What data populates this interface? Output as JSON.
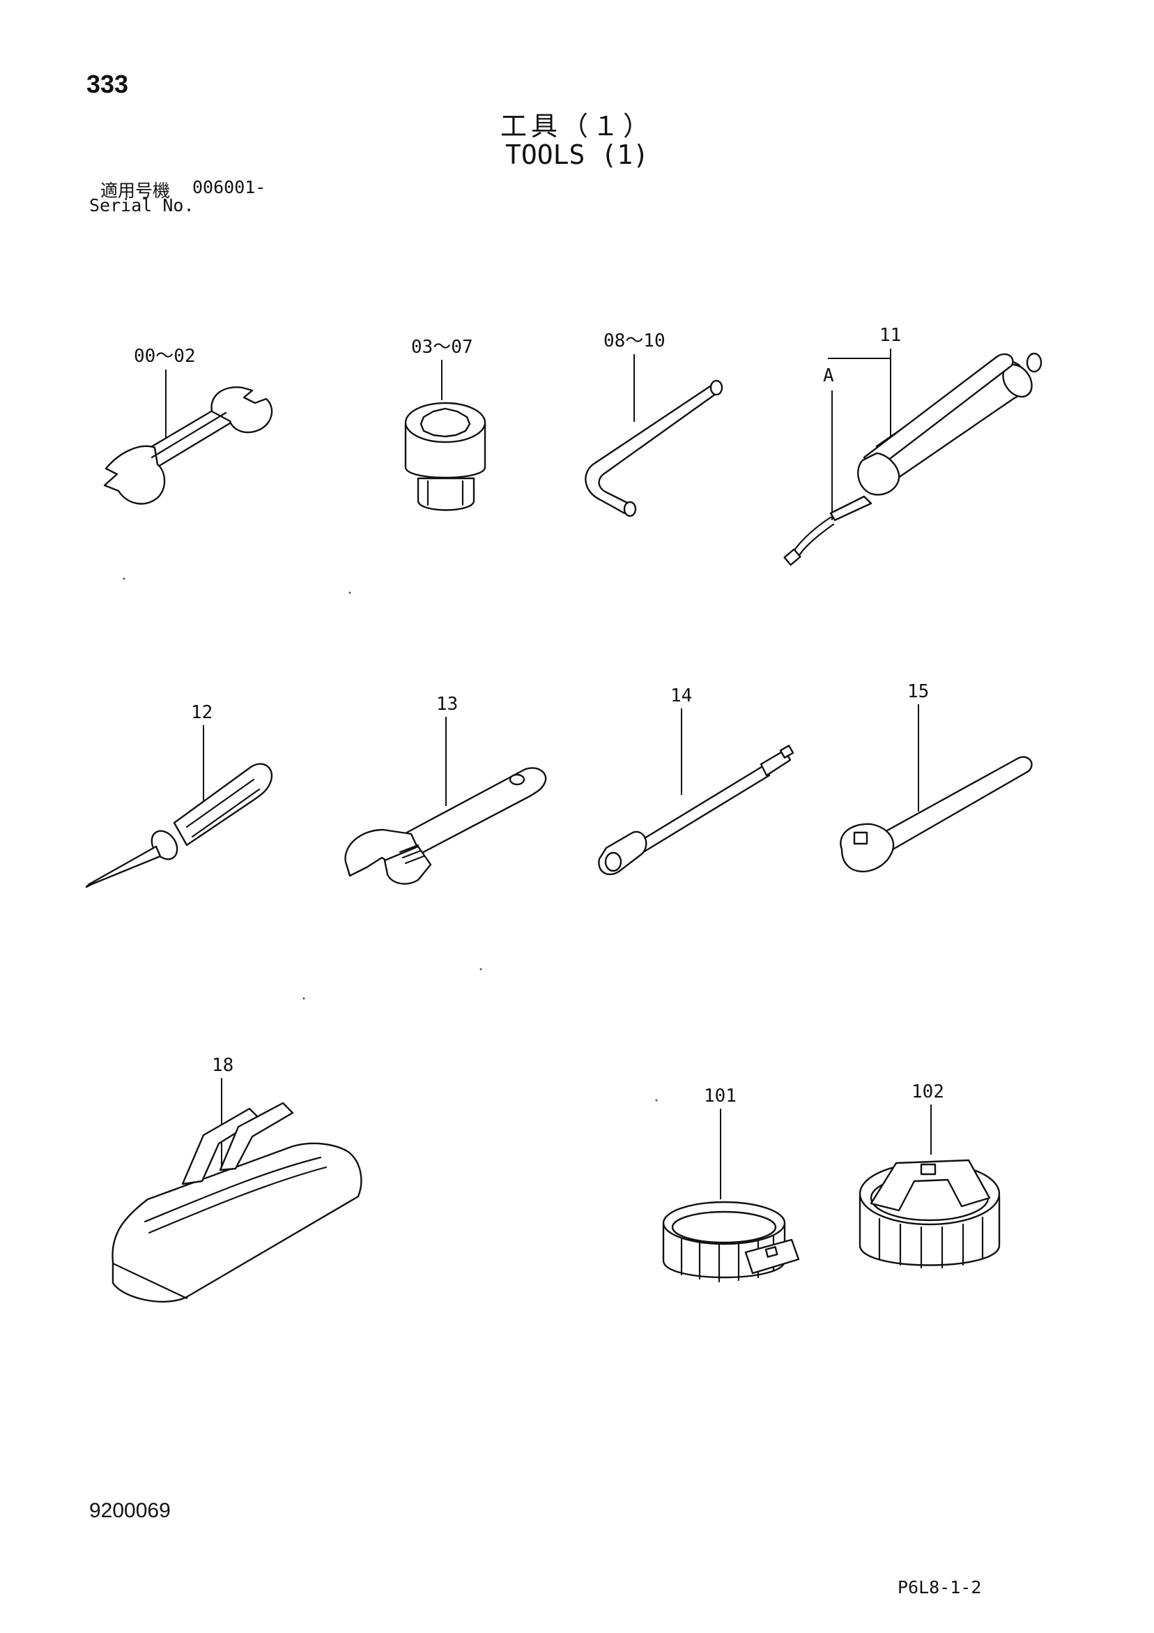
{
  "page": {
    "number": "333",
    "title_jp": "工具（１）",
    "title_en": "TOOLS (1)",
    "serial_label_jp": "適用号機",
    "serial_value": "006001-",
    "serial_label_en": "Serial No.",
    "doc_number": "9200069",
    "page_ref": "P6L8-1-2"
  },
  "callouts": {
    "wrench": "00～02",
    "socket": "03～07",
    "hex_key": "08～10",
    "grease_gun": "11",
    "grease_gun_view": "A",
    "screwdriver": "12",
    "adjustable_wrench": "13",
    "extension_bar": "14",
    "ratchet_handle": "15",
    "tool_bag": "18",
    "filter_wrench_band": "101",
    "filter_wrench_cup": "102"
  }
}
